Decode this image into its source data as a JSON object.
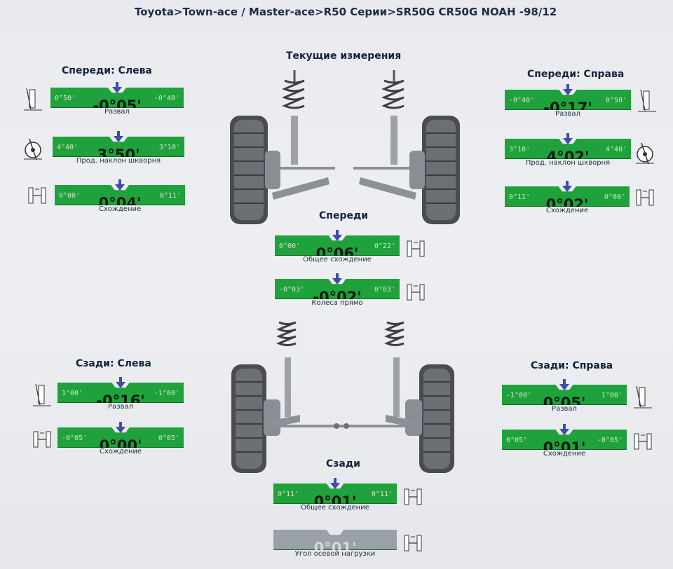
{
  "breadcrumb": "Toyota>Town-ace / Master-ace>R50 Серии>SR50G CR50G   NOAH -98/12",
  "center_title": "Текущие измерения",
  "colors": {
    "gauge_green": "#1fa13b",
    "gauge_gray": "#9aa0a7",
    "marker_blue": "#3a4fa8"
  },
  "front_left": {
    "title": "Спереди: Слева",
    "camber": {
      "min": "0°50'",
      "max": "-0°40'",
      "value": "-0°05'",
      "label": "Развал"
    },
    "caster": {
      "min": "4°40'",
      "max": "3°10'",
      "value": "3°50'",
      "label": "Прод. наклон шкворня"
    },
    "toe": {
      "min": "0°00'",
      "max": "0°11'",
      "value": "0°04'",
      "label": "Схождение"
    }
  },
  "front_right": {
    "title": "Спереди: Справа",
    "camber": {
      "min": "-0°40'",
      "max": "0°50'",
      "value": "-0°17'",
      "label": "Развал"
    },
    "caster": {
      "min": "3°10'",
      "max": "4°40'",
      "value": "4°02'",
      "label": "Прод. наклон шкворня"
    },
    "toe": {
      "min": "0°11'",
      "max": "0°00'",
      "value": "0°02'",
      "label": "Схождение"
    }
  },
  "front": {
    "title": "Спереди",
    "total_toe": {
      "min": "0°00'",
      "max": "0°22'",
      "value": "0°06'",
      "label": "Общее схождение"
    },
    "straight": {
      "min": "-0°03'",
      "max": "0°03'",
      "value": "-0°02'",
      "label": "Колеса прямо"
    }
  },
  "rear_left": {
    "title": "Сзади: Слева",
    "camber": {
      "min": "1°00'",
      "max": "-1°00'",
      "value": "-0°16'",
      "label": "Развал"
    },
    "toe": {
      "min": "-0°05'",
      "max": "0°05'",
      "value": "0°00'",
      "label": "Схождение"
    }
  },
  "rear_right": {
    "title": "Сзади: Справа",
    "camber": {
      "min": "-1°00'",
      "max": "1°00'",
      "value": "0°05'",
      "label": "Развал"
    },
    "toe": {
      "min": "0°05'",
      "max": "-0°05'",
      "value": "0°01'",
      "label": "Схождение"
    }
  },
  "rear": {
    "title": "Сзади",
    "total_toe": {
      "min": "0°11'",
      "max": "0°11'",
      "value": "0°01'",
      "label": "Общее схождение"
    },
    "thrust_angle": {
      "value": "0°01'",
      "label": "Угол осевой нагрузки"
    }
  }
}
